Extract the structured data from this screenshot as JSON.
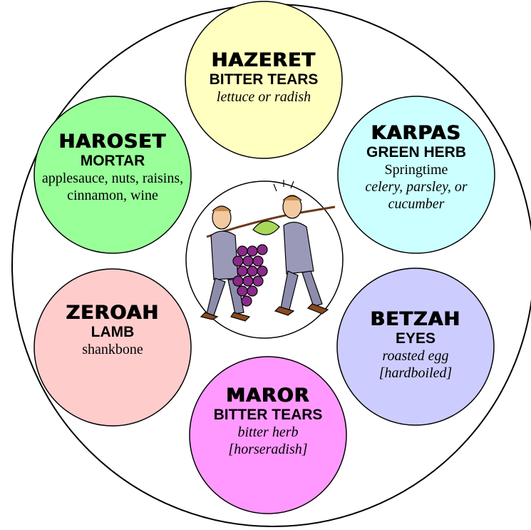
{
  "plate": {
    "items": [
      {
        "name": "HAZERET",
        "meaning": "BITTER TEARS",
        "lines": [
          "lettuce or radish"
        ],
        "italic": true,
        "color": "#ffffc0"
      },
      {
        "name": "KARPAS",
        "meaning": "GREEN HERB",
        "lines": [
          "Springtime"
        ],
        "italic_lines": [
          "celery, parsley, or",
          "cucumber"
        ],
        "color": "#ccffff"
      },
      {
        "name": "BETZAH",
        "meaning": "EYES",
        "lines": [
          "roasted egg",
          "[hardboiled]"
        ],
        "italic": true,
        "color": "#ccccff"
      },
      {
        "name": "MAROR",
        "meaning": "BITTER TEARS",
        "lines": [
          "bitter herb",
          "[horseradish]"
        ],
        "italic": true,
        "color": "#ff99ff"
      },
      {
        "name": "ZEROAH",
        "meaning": "LAMB",
        "lines": [
          "shankbone"
        ],
        "italic": false,
        "color": "#ffcccc"
      },
      {
        "name": "HAROSET",
        "meaning": "MORTAR",
        "lines": [
          "applesauce, nuts, raisins,",
          "cinnamon, wine"
        ],
        "italic": false,
        "color": "#99ff99"
      }
    ],
    "center_image": "two-men-carrying-grapes"
  }
}
